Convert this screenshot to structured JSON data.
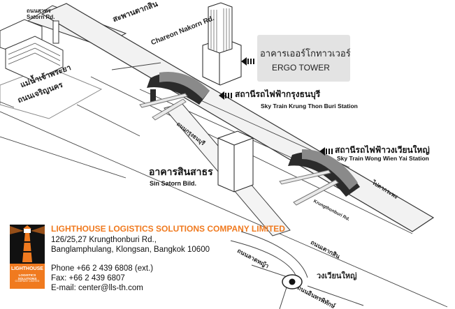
{
  "roads": {
    "saphan_taksin": "สะพานตากสิน",
    "charoen_nakorn": "Chareon Nakorn Rd.",
    "sathorn_th": "ถนนสาทร",
    "sathorn_en": "Satorn Rd.",
    "river": "แม่น้ำเจ้าพระยา",
    "charoen_rat": "ถนนเจริญนคร",
    "krung_thonburi": "ถนนกรุงธนบุรี",
    "krung_thonburi_en": "Krungthonburi Rd.",
    "ratchaphruek": "ไปตากระพง",
    "lat_ya": "ถนนลาดหญ้า",
    "somdet": "ถนนเตากสิน",
    "wong_wian_yai": "วงเวียนใหญ่",
    "intharaphitak": "ถนนอินทรพิทักษ์"
  },
  "landmarks": {
    "ergo_th": "อาคารเออร์โกทาวเวอร์",
    "ergo_en": "ERGO TOWER",
    "station1_th": "สถานีรถไฟฟ้ากรุงธนบุรี",
    "station1_en": "Sky Train Krung Thon Buri Station",
    "station2_th": "สถานีรถไฟฟ้าวงเวียนใหญ่",
    "station2_en": "Sky Train Wong Wien Yai Station",
    "sinsathorn_th": "อาคารสินสาธร",
    "sinsathorn_en": "Sin Satorn Bild."
  },
  "company": {
    "name": "LIGHTHOUSE LOGISTICS SOLUTIONS COMPANY LIMITED",
    "address1": "126/25,27 Krungthonburi Rd.,",
    "address2": "Banglamphulang, Klongsan, Bangkok 10600",
    "phone": "Phone +66 2 439 6808 (ext.)",
    "fax": "Fax: +66 2 439 6807",
    "email": "E-mail: center@lls-th.com"
  },
  "logo": {
    "line1": "LIGHTHOUSE",
    "line2": "LOGISTICS SOLUTIONS",
    "line3": "COMPANY LIMITED"
  },
  "colors": {
    "accent": "#f07a1f",
    "road_fill": "#f2f2f2",
    "station_dark": "#2b2b2b"
  }
}
